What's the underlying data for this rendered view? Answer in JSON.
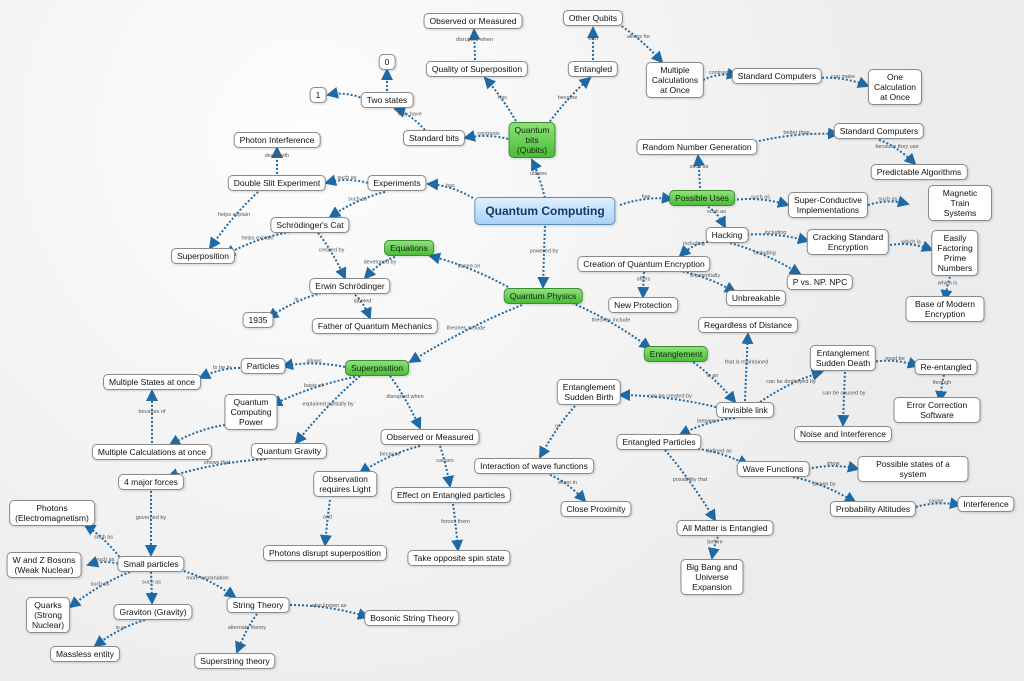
{
  "nodes": {
    "quantum_computing": "Quantum Computing",
    "quantum_bits": "Quantum\nbits\n(Qubits)",
    "quality_superposition": "Quality of Superposition",
    "observed_measured_top": "Observed or Measured",
    "entangled": "Entangled",
    "other_qubits": "Other Qubits",
    "multiple_calc": "Multiple\nCalculations\nat Once",
    "standard_computers_top": "Standard Computers",
    "one_calc": "One\nCalculation\nat Once",
    "standard_bits": "Standard bits",
    "two_states": "Two states",
    "zero": "0",
    "one": "1",
    "experiments": "Experiments",
    "double_slit": "Double Slit Experiment",
    "photon_interference": "Photon Interference",
    "schrodingers_cat": "Schrödinger's Cat",
    "superposition_left": "Superposition",
    "erwin": "Erwin Schrödinger",
    "y1935": "1935",
    "father_qm": "Father of Quantum Mechanics",
    "equations": "Equations",
    "quantum_physics": "Quantum Physics",
    "possible_uses": "Possible Uses",
    "random_number": "Random Number Generation",
    "standard_computers_right": "Standard Computers",
    "predictable_algorithms": "Predictable Algorithms",
    "super_conductive": "Super-Conductive\nImplementations",
    "magnetic_train": "Magnetic Train Systems",
    "hacking": "Hacking",
    "cracking_encryption": "Cracking Standard\nEncryption",
    "easily_factoring": "Easily\nFactoring\nPrime\nNumbers",
    "base_modern_encryption": "Base of Modern Encryption",
    "p_vs_np": "P vs. NP. NPC",
    "creation_qe": "Creation of Quantum Encryption",
    "new_protection": "New Protection",
    "unbreakable": "Unbreakable",
    "entanglement": "Entanglement",
    "regardless_distance": "Regardless of Distance",
    "invisible_link": "Invisible link",
    "entanglement_sudden_death": "Entanglement\nSudden Death",
    "re_entangled": "Re-entangled",
    "error_correction": "Error Correction Software",
    "noise_interference": "Noise and Interference",
    "entanglement_sudden_birth": "Entanglement\nSudden Birth",
    "interaction_wave": "Interaction of wave functions",
    "close_proximity": "Close Proximity",
    "entangled_particles": "Entangled Particles",
    "wave_functions": "Wave Functions",
    "possible_states": "Possible states of a system",
    "probability_altitudes": "Probability Altitudes",
    "interference": "Interference",
    "all_matter": "All Matter is Entangled",
    "big_bang": "Big Bang and\nUniverse\nExpansion",
    "superposition": "Superposition",
    "particles": "Particles",
    "multiple_states": "Multiple States at once",
    "qc_power": "Quantum\nComputing\nPower",
    "multiple_calc_once": "Multiple Calculations at once",
    "quantum_gravity": "Quantum Gravity",
    "four_forces": "4 major forces",
    "observed_measured": "Observed or Measured",
    "observation_light": "Observation\nrequires Light",
    "photons_disrupt": "Photons disrupt superposition",
    "effect_entangled": "Effect on Entangled particles",
    "opposite_spin": "Take opposite spin state",
    "photons_em": "Photons\n(Electromagnetism)",
    "wz_bosons": "W and Z Bosons\n(Weak Nuclear)",
    "small_particles": "Small particles",
    "quarks": "Quarks\n(Strong\nNuclear)",
    "graviton": "Graviton (Gravity)",
    "massless": "Massless entity",
    "string_theory": "String Theory",
    "bosonic": "Bosonic String Theory",
    "superstring": "Superstring theory"
  },
  "edge_labels": {
    "utilizes": "utilizes",
    "has_qs": "has",
    "become": "become",
    "disrupted_when_top": "disrupted when",
    "with": "with",
    "allows_for": "allows for",
    "contrasts_top": "contrasts",
    "can_make": "can make",
    "contrasts_bits": "contrasts",
    "only_have": "only have",
    "has_exp": "has",
    "such_as_ds": "such as",
    "deals_with": "deals with",
    "such_as_sc": "such as",
    "helps_explain_1": "helps explain",
    "helps_explain_2": "helps explain",
    "created_by": "created by",
    "developed_by": "developed by",
    "in": "in",
    "labeled": "labeled",
    "based_on": "based on",
    "powered_by": "powered by",
    "has_uses": "has",
    "such_as_rng": "such as",
    "better_than": "better than",
    "because_they_use": "because they use",
    "such_as_scon": "such as",
    "such_as_mag": "such as",
    "such_as_hack": "such as",
    "including_1": "including",
    "including_2": "including",
    "including_3": "including",
    "which_is": "which is",
    "offers": "offers",
    "is_potentially": "is potentially",
    "theories_include_ent": "theories include",
    "is_an": "is an",
    "that_is_maintained": "that is maintained",
    "can_be_destroyed_by": "can be destroyed by",
    "must_be": "must be",
    "through": "through",
    "can_be_caused_by": "can be caused by",
    "can_be_created_by": "can be created by",
    "or": "or",
    "when_in": "when in",
    "between": "between",
    "defined_as": "defined as",
    "show": "show",
    "shown_by": "shown by",
    "cause": "cause",
    "possibility_that": "possibility that",
    "before": "before",
    "theories_include_sup": "theories include",
    "allows": "allows",
    "to_be_in": "to be in",
    "basis_of": "basis of",
    "because_of": "because of",
    "explained_partially_by": "explained partially by",
    "disrupted_when": "disrupted when",
    "shows_that": "shows that",
    "because": "because",
    "causes": "causes",
    "and": "and",
    "forces_them": "forces them",
    "governed_by": "governed by",
    "such_as_p": "such as",
    "such_as_w": "such as",
    "such_as_q": "such as",
    "such_as_g": "such as",
    "more_explanation": "more explanation",
    "is_a": "is a",
    "also_known_as": "also known as",
    "alternate_theory": "alternate theory"
  }
}
